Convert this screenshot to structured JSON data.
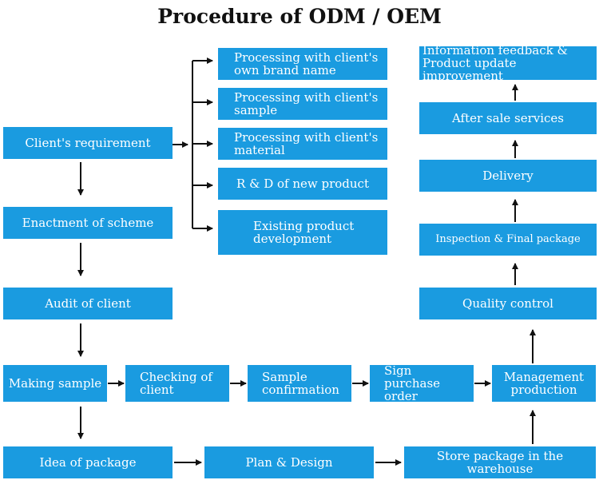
{
  "title": "Procedure of ODM / OEM",
  "boxes": {
    "client_requirement": "Client's requirement",
    "enactment_scheme": "Enactment of scheme",
    "audit_client": "Audit of client",
    "making_sample": "Making sample",
    "checking_client": "Checking of client",
    "sample_confirmation": "Sample confirmation",
    "sign_purchase_order": "Sign purchase order",
    "management_production": "Management production",
    "idea_package": "Idea of package",
    "plan_design": "Plan & Design",
    "store_package": "Store package in the warehouse",
    "quality_control": "Quality control",
    "inspection_final": "Inspection & Final package",
    "delivery": "Delivery",
    "after_sale": "After sale services",
    "info_feedback": "Information feedback & Product update improvement",
    "opt_brand": "Processing with client's own brand name",
    "opt_sample": "Processing with client's sample",
    "opt_material": "Processing with client's material",
    "opt_rd": "R & D of new product",
    "opt_existing": "Existing product development"
  }
}
